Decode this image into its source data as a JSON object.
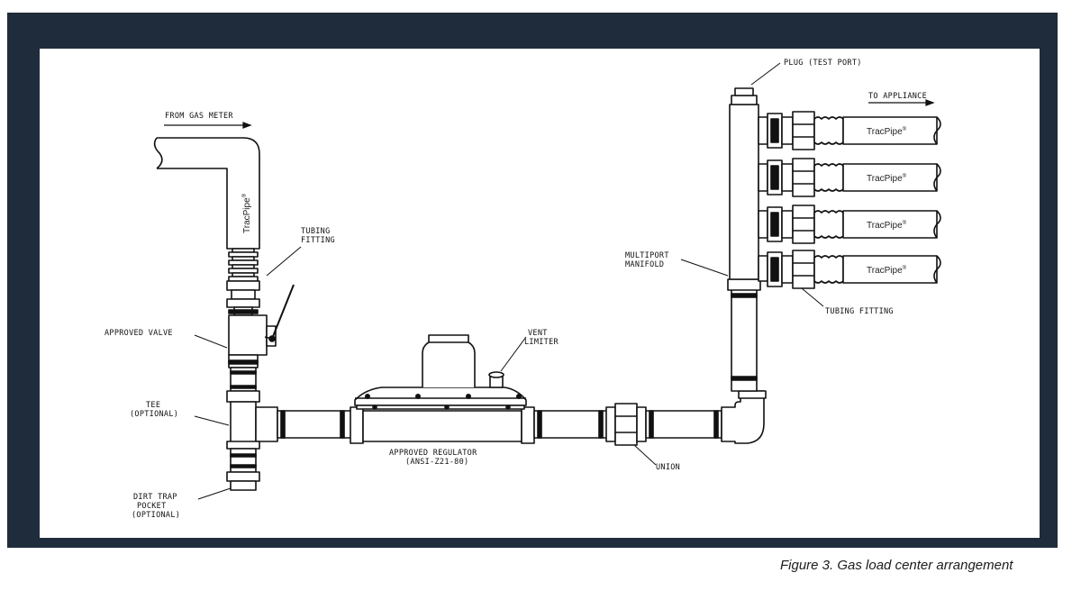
{
  "labels": {
    "from_gas_meter": "FROM GAS METER",
    "tracpipe": "TracPipe",
    "reg_mark": "®",
    "tubing_fitting_1": "TUBING",
    "tubing_fitting_2": "FITTING",
    "approved_valve": "APPROVED VALVE",
    "tee_1": "TEE",
    "tee_2": "(OPTIONAL)",
    "dirt_trap_1": "DIRT TRAP",
    "dirt_trap_2": "POCKET",
    "dirt_trap_3": "(OPTIONAL)",
    "vent_limiter_1": "VENT",
    "vent_limiter_2": "LIMITER",
    "approved_regulator_1": "APPROVED REGULATOR",
    "approved_regulator_2": "(ANSI-Z21-80)",
    "union": "UNION",
    "multiport_1": "MULTIPORT",
    "multiport_2": "MANIFOLD",
    "plug_test_port": "PLUG (TEST PORT)",
    "to_appliance": "TO APPLIANCE",
    "tubing_fitting_right": "TUBING FITTING"
  },
  "caption": "Figure 3. Gas load center arrangement",
  "colors": {
    "frame": "#1f2c3b",
    "panel": "#ffffff",
    "line": "#111111",
    "pipe_fill": "#ffffff"
  }
}
